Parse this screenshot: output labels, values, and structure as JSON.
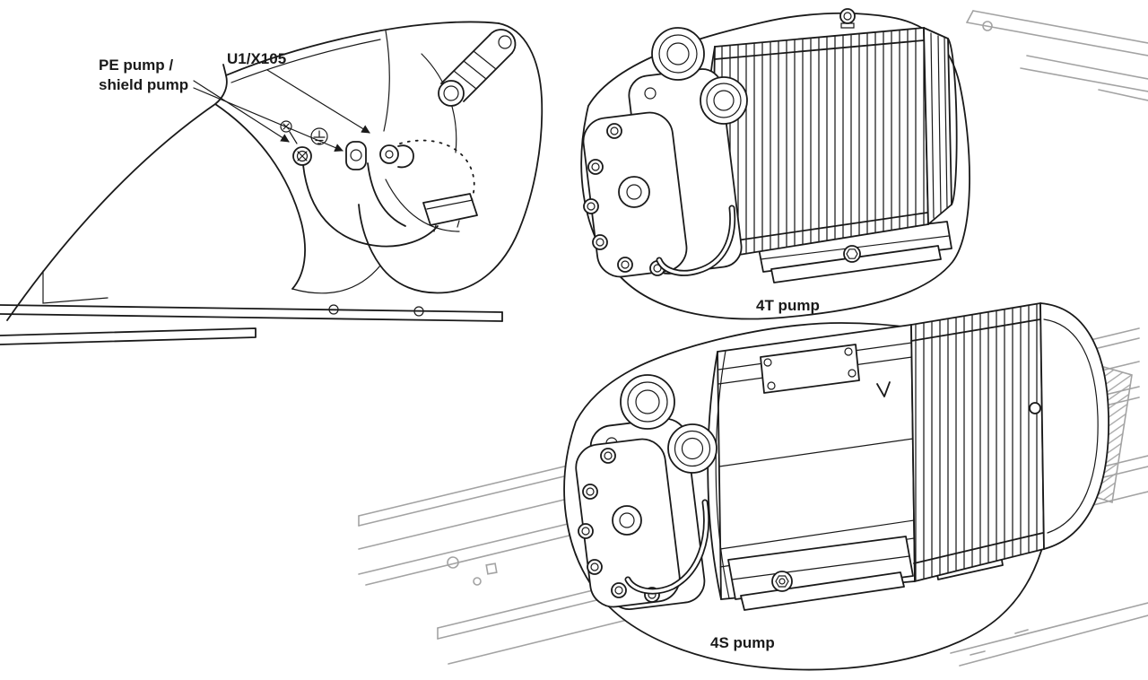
{
  "diagram": {
    "type": "technical-illustration",
    "description": "Pump mounting and connection diagram with three views",
    "labels": {
      "pe_pump_line1": "PE pump /",
      "pe_pump_line2": "shield pump",
      "connector": "U1/X105",
      "pump_4t": "4T pump",
      "pump_4s": "4S pump"
    },
    "colors": {
      "line": "#1a1a1a",
      "background_line": "#a3a3a3",
      "background": "#ffffff"
    }
  }
}
